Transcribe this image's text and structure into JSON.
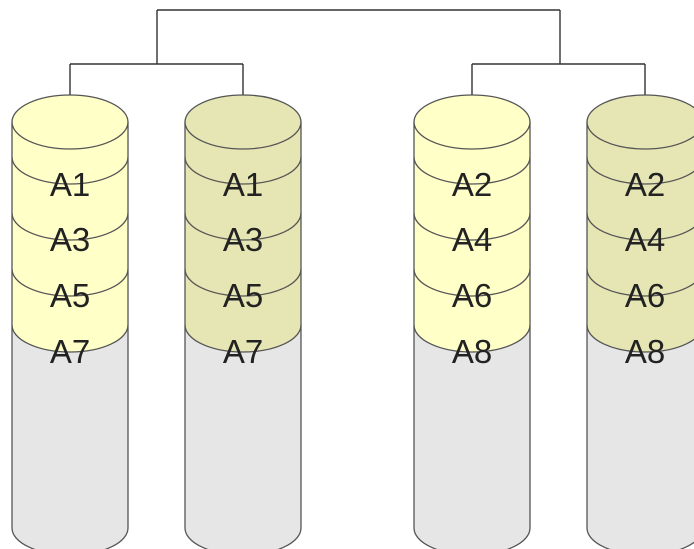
{
  "colors": {
    "disk_light": "#ffffc8",
    "disk_dark": "#e6e6b4",
    "empty_space": "#e6e6e6",
    "outline": "#555555",
    "connector": "#333333",
    "label": "#222222"
  },
  "disks": [
    {
      "style": "light",
      "blocks": [
        "A1",
        "A3",
        "A5",
        "A7"
      ]
    },
    {
      "style": "dark",
      "blocks": [
        "A1",
        "A3",
        "A5",
        "A7"
      ]
    },
    {
      "style": "light",
      "blocks": [
        "A2",
        "A4",
        "A6",
        "A8"
      ]
    },
    {
      "style": "dark",
      "blocks": [
        "A2",
        "A4",
        "A6",
        "A8"
      ]
    }
  ]
}
